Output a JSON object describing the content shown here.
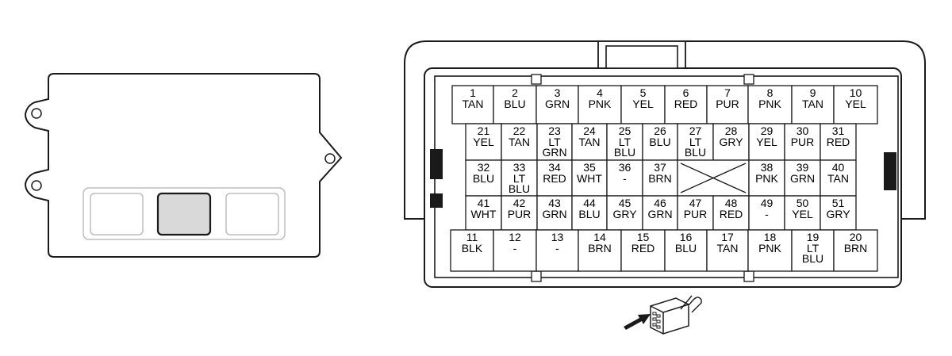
{
  "connector": {
    "row1": [
      {
        "num": "1",
        "lines": [
          "TAN"
        ]
      },
      {
        "num": "2",
        "lines": [
          "BLU"
        ]
      },
      {
        "num": "3",
        "lines": [
          "GRN"
        ]
      },
      {
        "num": "4",
        "lines": [
          "PNK"
        ]
      },
      {
        "num": "5",
        "lines": [
          "YEL"
        ]
      },
      {
        "num": "6",
        "lines": [
          "RED"
        ]
      },
      {
        "num": "7",
        "lines": [
          "PUR"
        ]
      },
      {
        "num": "8",
        "lines": [
          "PNK"
        ]
      },
      {
        "num": "9",
        "lines": [
          "TAN"
        ]
      },
      {
        "num": "10",
        "lines": [
          "YEL"
        ]
      }
    ],
    "row2": [
      {
        "num": "21",
        "lines": [
          "YEL"
        ]
      },
      {
        "num": "22",
        "lines": [
          "TAN"
        ]
      },
      {
        "num": "23",
        "lines": [
          "LT",
          "GRN"
        ]
      },
      {
        "num": "24",
        "lines": [
          "TAN"
        ]
      },
      {
        "num": "25",
        "lines": [
          "LT",
          "BLU"
        ]
      },
      {
        "num": "26",
        "lines": [
          "BLU"
        ]
      },
      {
        "num": "27",
        "lines": [
          "LT",
          "BLU"
        ]
      },
      {
        "num": "28",
        "lines": [
          "GRY"
        ]
      },
      {
        "num": "29",
        "lines": [
          "YEL"
        ]
      },
      {
        "num": "30",
        "lines": [
          "PUR"
        ]
      },
      {
        "num": "31",
        "lines": [
          "RED"
        ]
      }
    ],
    "row3": [
      {
        "num": "32",
        "lines": [
          "BLU"
        ]
      },
      {
        "num": "33",
        "lines": [
          "LT",
          "BLU"
        ]
      },
      {
        "num": "34",
        "lines": [
          "RED"
        ]
      },
      {
        "num": "35",
        "lines": [
          "WHT"
        ]
      },
      {
        "num": "36",
        "lines": [
          "-"
        ]
      },
      {
        "num": "37",
        "lines": [
          "BRN"
        ]
      },
      {
        "num": "",
        "lines": [],
        "blank": true
      },
      {
        "num": "38",
        "lines": [
          "PNK"
        ]
      },
      {
        "num": "39",
        "lines": [
          "GRN"
        ]
      },
      {
        "num": "40",
        "lines": [
          "TAN"
        ]
      }
    ],
    "row4": [
      {
        "num": "41",
        "lines": [
          "WHT"
        ]
      },
      {
        "num": "42",
        "lines": [
          "PUR"
        ]
      },
      {
        "num": "43",
        "lines": [
          "GRN"
        ]
      },
      {
        "num": "44",
        "lines": [
          "BLU"
        ]
      },
      {
        "num": "45",
        "lines": [
          "GRY"
        ]
      },
      {
        "num": "46",
        "lines": [
          "GRN"
        ]
      },
      {
        "num": "47",
        "lines": [
          "PUR"
        ]
      },
      {
        "num": "48",
        "lines": [
          "RED"
        ]
      },
      {
        "num": "49",
        "lines": [
          "-"
        ]
      },
      {
        "num": "50",
        "lines": [
          "YEL"
        ]
      },
      {
        "num": "51",
        "lines": [
          "GRY"
        ]
      }
    ],
    "row5": [
      {
        "num": "11",
        "lines": [
          "BLK"
        ]
      },
      {
        "num": "12",
        "lines": [
          "-"
        ]
      },
      {
        "num": "13",
        "lines": [
          "-"
        ]
      },
      {
        "num": "14",
        "lines": [
          "BRN"
        ]
      },
      {
        "num": "15",
        "lines": [
          "RED"
        ]
      },
      {
        "num": "16",
        "lines": [
          "BLU"
        ]
      },
      {
        "num": "17",
        "lines": [
          "TAN"
        ]
      },
      {
        "num": "18",
        "lines": [
          "PNK"
        ]
      },
      {
        "num": "19",
        "lines": [
          "LT",
          "BLU"
        ]
      },
      {
        "num": "20",
        "lines": [
          "BRN"
        ]
      }
    ]
  },
  "colors": {
    "stroke": "#1a1a1a",
    "highlight": "#d9d9d9",
    "faint": "#bdbdbd",
    "tab": "#1a1a1a"
  }
}
